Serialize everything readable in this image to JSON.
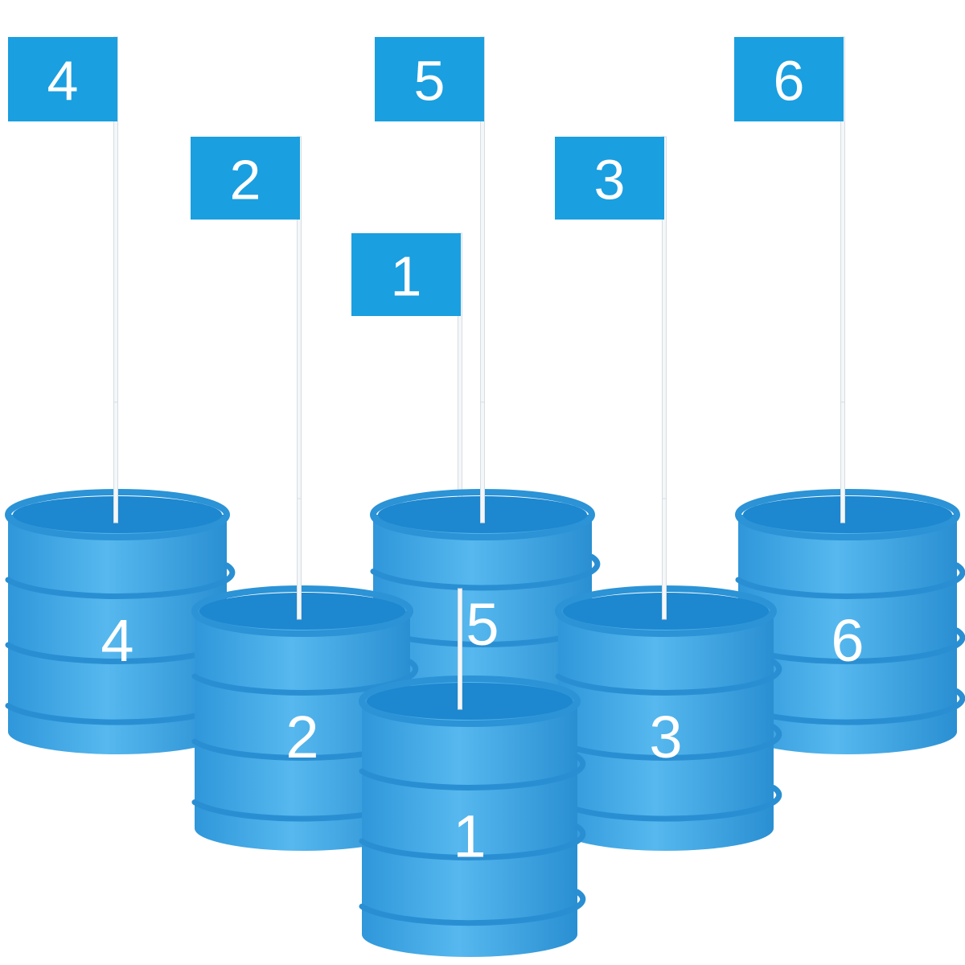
{
  "colors": {
    "background": "#ffffff",
    "flag": "#1a9fe0",
    "bucket_body": "#3fa9e6",
    "bucket_rim": "#2b93d6",
    "bucket_inside": "#1d87cf",
    "bucket_band": "#2a8fd2",
    "pole": "#f4f7f9",
    "text": "#ffffff"
  },
  "targets": [
    {
      "id": "4",
      "flag_label": "4",
      "bucket_label": "4"
    },
    {
      "id": "5",
      "flag_label": "5",
      "bucket_label": "5"
    },
    {
      "id": "6",
      "flag_label": "6",
      "bucket_label": "6"
    },
    {
      "id": "2",
      "flag_label": "2",
      "bucket_label": "2"
    },
    {
      "id": "3",
      "flag_label": "3",
      "bucket_label": "3"
    },
    {
      "id": "1",
      "flag_label": "1",
      "bucket_label": "1"
    }
  ]
}
